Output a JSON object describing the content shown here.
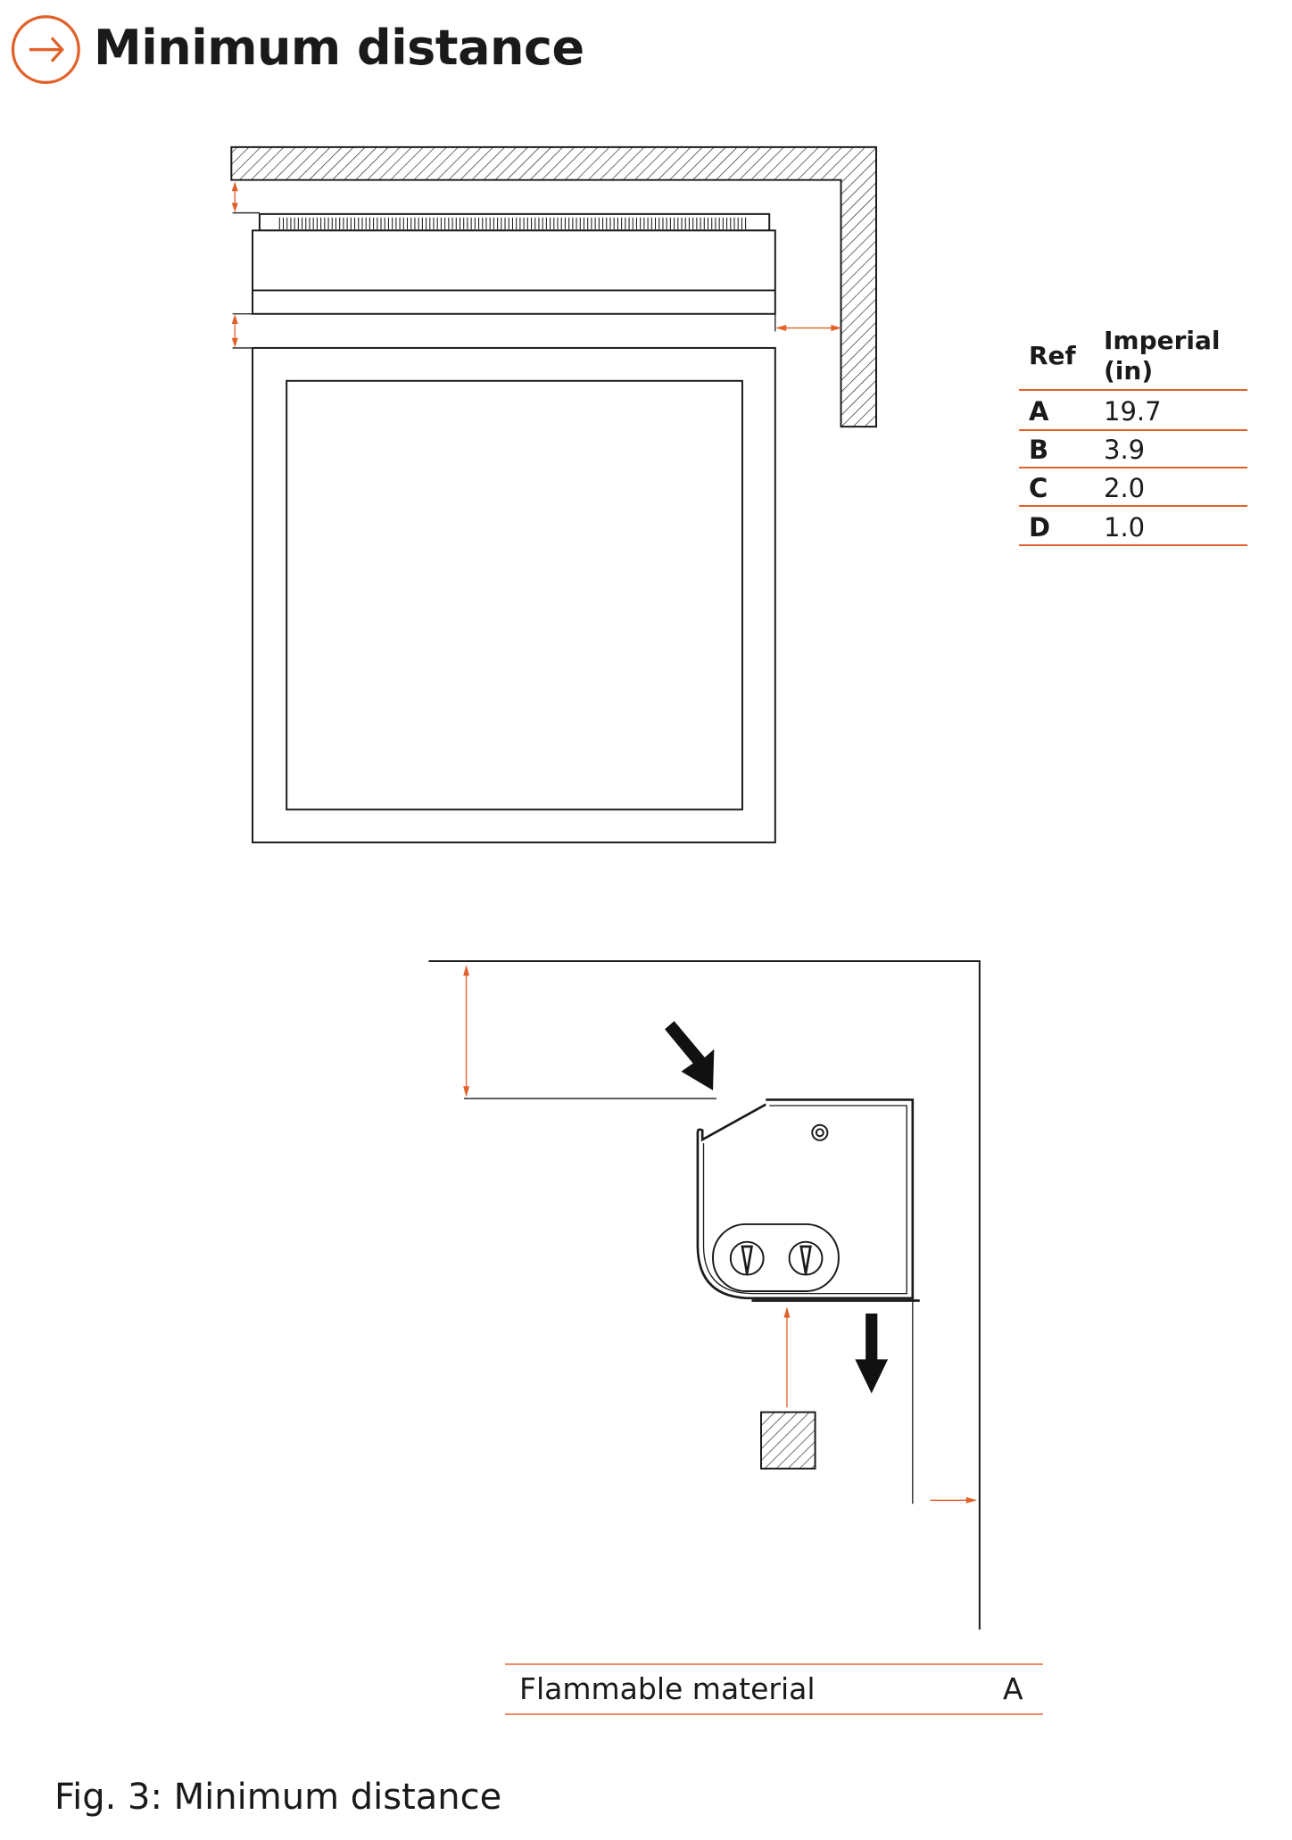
{
  "header": {
    "title": "Minimum distance",
    "icon": "arrow-right-circle-icon",
    "accent_color": "#e0622a"
  },
  "table": {
    "col_ref": "Ref",
    "col_imperial_line1": "Imperial",
    "col_imperial_line2": "(in)",
    "rows": [
      {
        "ref": "A",
        "value": "19.7"
      },
      {
        "ref": "B",
        "value": "3.9"
      },
      {
        "ref": "C",
        "value": "2.0"
      },
      {
        "ref": "D",
        "value": "1.0"
      }
    ]
  },
  "legend": {
    "label": "Flammable material",
    "ref": "A"
  },
  "caption": "Fig. 3: Minimum distance"
}
